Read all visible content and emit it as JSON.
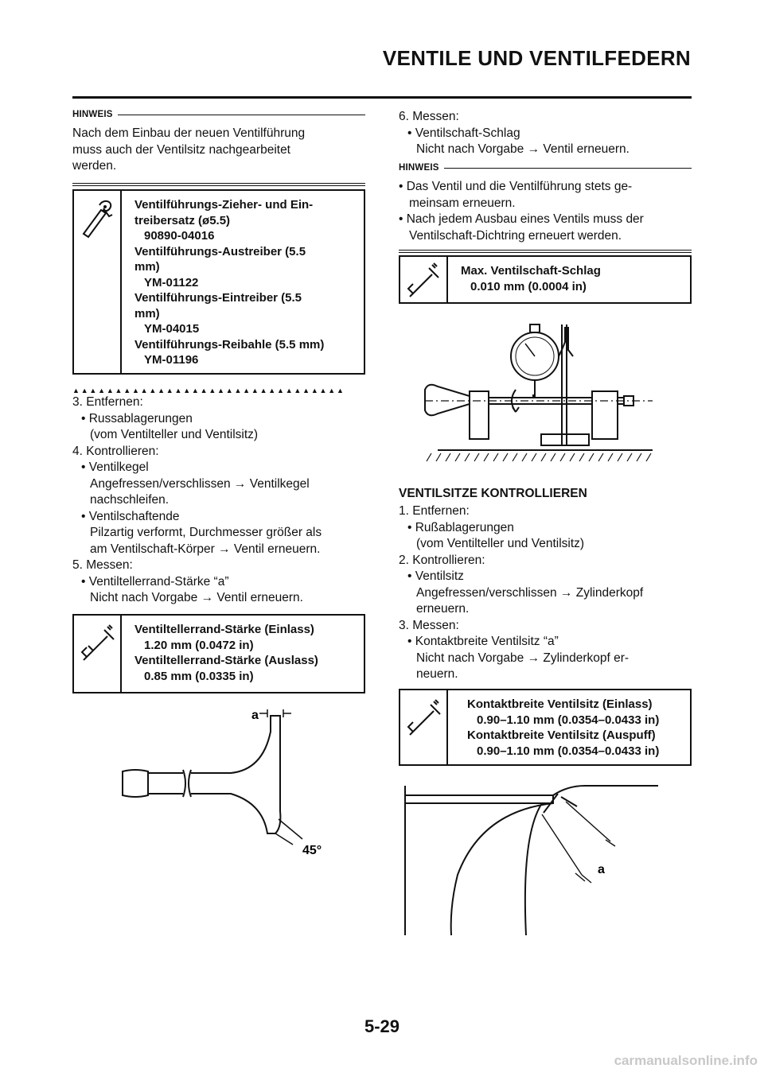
{
  "header": {
    "title": "VENTILE UND VENTILFEDERN"
  },
  "left": {
    "note1": {
      "head": "HINWEIS",
      "text": [
        "Nach dem Einbau der neuen Ventilführung",
        "muss auch der Ventilsitz nachgearbeitet",
        "werden."
      ]
    },
    "toolbox": {
      "icon": "tool-icon",
      "lines": [
        {
          "text": "Ventilführungs-Zieher- und Ein-",
          "val": false
        },
        {
          "text": "treibersatz (ø5.5)",
          "val": false
        },
        {
          "text": "90890-04016",
          "val": true
        },
        {
          "text": "Ventilführungs-Austreiber (5.5",
          "val": false
        },
        {
          "text": "mm)",
          "val": false
        },
        {
          "text": "YM-01122",
          "val": true
        },
        {
          "text": "Ventilführungs-Eintreiber (5.5",
          "val": false
        },
        {
          "text": "mm)",
          "val": false
        },
        {
          "text": "YM-04015",
          "val": true
        },
        {
          "text": "Ventilführungs-Reibahle (5.5 mm)",
          "val": false
        },
        {
          "text": "YM-01196",
          "val": true
        }
      ]
    },
    "triangles": "▲▲▲▲▲▲▲▲▲▲▲▲▲▲▲▲▲▲▲▲▲▲▲▲▲▲▲▲▲▲▲▲",
    "steps": [
      {
        "text": "3.  Entfernen:",
        "cls": "t"
      },
      {
        "text": "• Russablagerungen",
        "cls": "t bullet"
      },
      {
        "text": "(vom Ventilteller und Ventilsitz)",
        "cls": "t sub"
      },
      {
        "text": "4.  Kontrollieren:",
        "cls": "t"
      },
      {
        "text": "• Ventilkegel",
        "cls": "t bullet"
      },
      {
        "text": "Angefressen/verschlissen → Ventilkegel",
        "cls": "t sub"
      },
      {
        "text": "nachschleifen.",
        "cls": "t sub"
      },
      {
        "text": "• Ventilschaftende",
        "cls": "t bullet"
      },
      {
        "text": "Pilzartig verformt, Durchmesser größer als",
        "cls": "t sub"
      },
      {
        "text": "am Ventilschaft-Körper → Ventil erneuern.",
        "cls": "t sub"
      },
      {
        "text": "5.  Messen:",
        "cls": "t"
      },
      {
        "text": "• Ventiltellerrand-Stärke “a”",
        "cls": "t bullet"
      },
      {
        "text": "Nicht nach Vorgabe → Ventil erneuern.",
        "cls": "t sub"
      }
    ],
    "specbox": {
      "icon": "caliper-icon",
      "lines": [
        {
          "text": "Ventiltellerrand-Stärke (Einlass)",
          "val": false
        },
        {
          "text": "1.20 mm (0.0472 in)",
          "val": true
        },
        {
          "text": "Ventiltellerrand-Stärke (Auslass)",
          "val": false
        },
        {
          "text": "0.85 mm (0.0335 in)",
          "val": true
        }
      ]
    },
    "fig_labels": {
      "a": "a",
      "angle": "45°"
    }
  },
  "right": {
    "steps6": [
      {
        "text": "6.  Messen:",
        "cls": "t"
      },
      {
        "text": "• Ventilschaft-Schlag",
        "cls": "t bullet"
      },
      {
        "text": "Nicht nach Vorgabe → Ventil erneuern.",
        "cls": "t sub"
      }
    ],
    "note2": {
      "head": "HINWEIS",
      "bullets": [
        [
          "• Das Ventil und die Ventilführung stets ge-",
          "meinsam erneuern."
        ],
        [
          "• Nach jedem Ausbau eines Ventils muss der",
          "Ventilschaft-Dichtring erneuert werden."
        ]
      ]
    },
    "specbox1": {
      "icon": "caliper-icon",
      "lines": [
        {
          "text": "Max. Ventilschaft-Schlag",
          "val": false
        },
        {
          "text": "0.010 mm (0.0004 in)",
          "val": true
        }
      ]
    },
    "section_heading": "VENTILSITZE KONTROLLIEREN",
    "steps": [
      {
        "text": "1.  Entfernen:",
        "cls": "t"
      },
      {
        "text": "• Rußablagerungen",
        "cls": "t bullet"
      },
      {
        "text": "(vom Ventilteller und Ventilsitz)",
        "cls": "t sub"
      },
      {
        "text": "2.  Kontrollieren:",
        "cls": "t"
      },
      {
        "text": "• Ventilsitz",
        "cls": "t bullet"
      },
      {
        "text": "Angefressen/verschlissen → Zylinderkopf",
        "cls": "t sub"
      },
      {
        "text": "erneuern.",
        "cls": "t sub"
      },
      {
        "text": "3.  Messen:",
        "cls": "t"
      },
      {
        "text": "• Kontaktbreite Ventilsitz “a”",
        "cls": "t bullet"
      },
      {
        "text": "Nicht nach Vorgabe → Zylinderkopf er-",
        "cls": "t sub"
      },
      {
        "text": "neuern.",
        "cls": "t sub"
      }
    ],
    "specbox2": {
      "icon": "caliper-icon",
      "lines": [
        {
          "text": "Kontaktbreite Ventilsitz (Einlass)",
          "val": false
        },
        {
          "text": "0.90–1.10 mm (0.0354–0.0433 in)",
          "val": true
        },
        {
          "text": "Kontaktbreite Ventilsitz (Auspuff)",
          "val": false
        },
        {
          "text": "0.90–1.10 mm (0.0354–0.0433 in)",
          "val": true
        }
      ]
    },
    "fig_label_a": "a"
  },
  "footer": {
    "page_number": "5-29",
    "watermark": "carmanualsonline.info"
  }
}
